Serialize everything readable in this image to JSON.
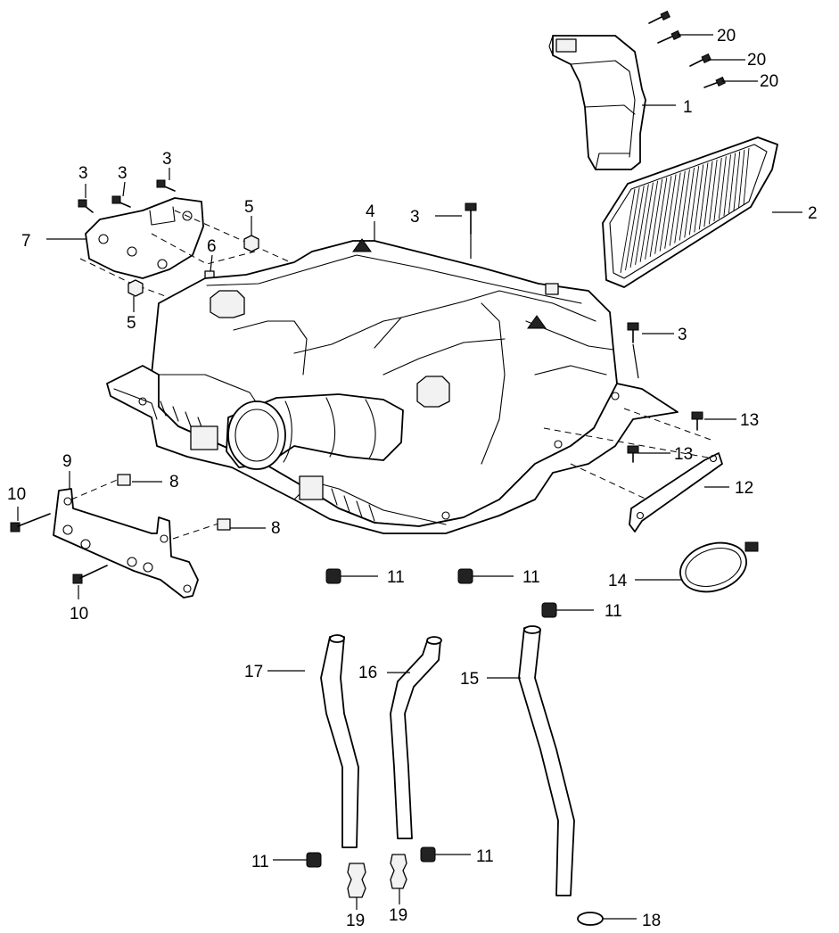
{
  "diagram": {
    "title": "Air cleaner assembly",
    "callouts": [
      {
        "id": "c20a",
        "text": "20"
      },
      {
        "id": "c20b",
        "text": "20"
      },
      {
        "id": "c20c",
        "text": "20"
      },
      {
        "id": "c1",
        "text": "1"
      },
      {
        "id": "c2",
        "text": "2"
      },
      {
        "id": "c3a",
        "text": "3"
      },
      {
        "id": "c3b",
        "text": "3"
      },
      {
        "id": "c3c",
        "text": "3"
      },
      {
        "id": "c3d",
        "text": "3"
      },
      {
        "id": "c3e",
        "text": "3"
      },
      {
        "id": "c4",
        "text": "4"
      },
      {
        "id": "c5a",
        "text": "5"
      },
      {
        "id": "c5b",
        "text": "5"
      },
      {
        "id": "c6",
        "text": "6"
      },
      {
        "id": "c7",
        "text": "7"
      },
      {
        "id": "c8a",
        "text": "8"
      },
      {
        "id": "c8b",
        "text": "8"
      },
      {
        "id": "c9",
        "text": "9"
      },
      {
        "id": "c10a",
        "text": "10"
      },
      {
        "id": "c10b",
        "text": "10"
      },
      {
        "id": "c11a",
        "text": "11"
      },
      {
        "id": "c11b",
        "text": "11"
      },
      {
        "id": "c11c",
        "text": "11"
      },
      {
        "id": "c11d",
        "text": "11"
      },
      {
        "id": "c11e",
        "text": "11"
      },
      {
        "id": "c12",
        "text": "12"
      },
      {
        "id": "c13a",
        "text": "13"
      },
      {
        "id": "c13b",
        "text": "13"
      },
      {
        "id": "c14",
        "text": "14"
      },
      {
        "id": "c15",
        "text": "15"
      },
      {
        "id": "c16",
        "text": "16"
      },
      {
        "id": "c17",
        "text": "17"
      },
      {
        "id": "c18",
        "text": "18"
      },
      {
        "id": "c19a",
        "text": "19"
      },
      {
        "id": "c19b",
        "text": "19"
      }
    ]
  }
}
